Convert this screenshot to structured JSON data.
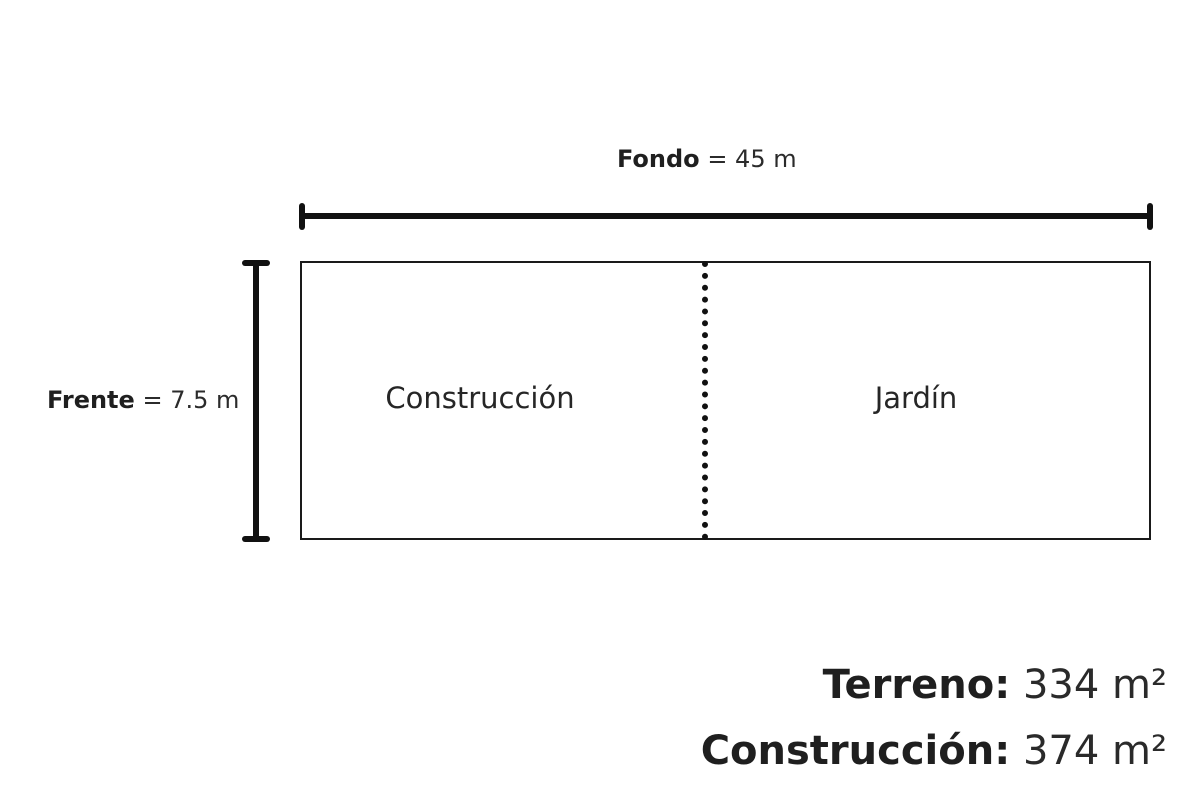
{
  "dimensions": {
    "fondo": {
      "name": "Fondo",
      "value": "= 45 m"
    },
    "frente": {
      "name": "Frente",
      "value": "= 7.5 m"
    }
  },
  "zones": {
    "construccion": "Construcción",
    "jardin": "Jardín"
  },
  "totals": {
    "terreno": {
      "label": "Terreno:",
      "value": "334 m²"
    },
    "construccion": {
      "label": "Construcción:",
      "value": "374 m²"
    }
  },
  "colors": {
    "stroke": "#111111",
    "text": "#2b2b2b"
  }
}
